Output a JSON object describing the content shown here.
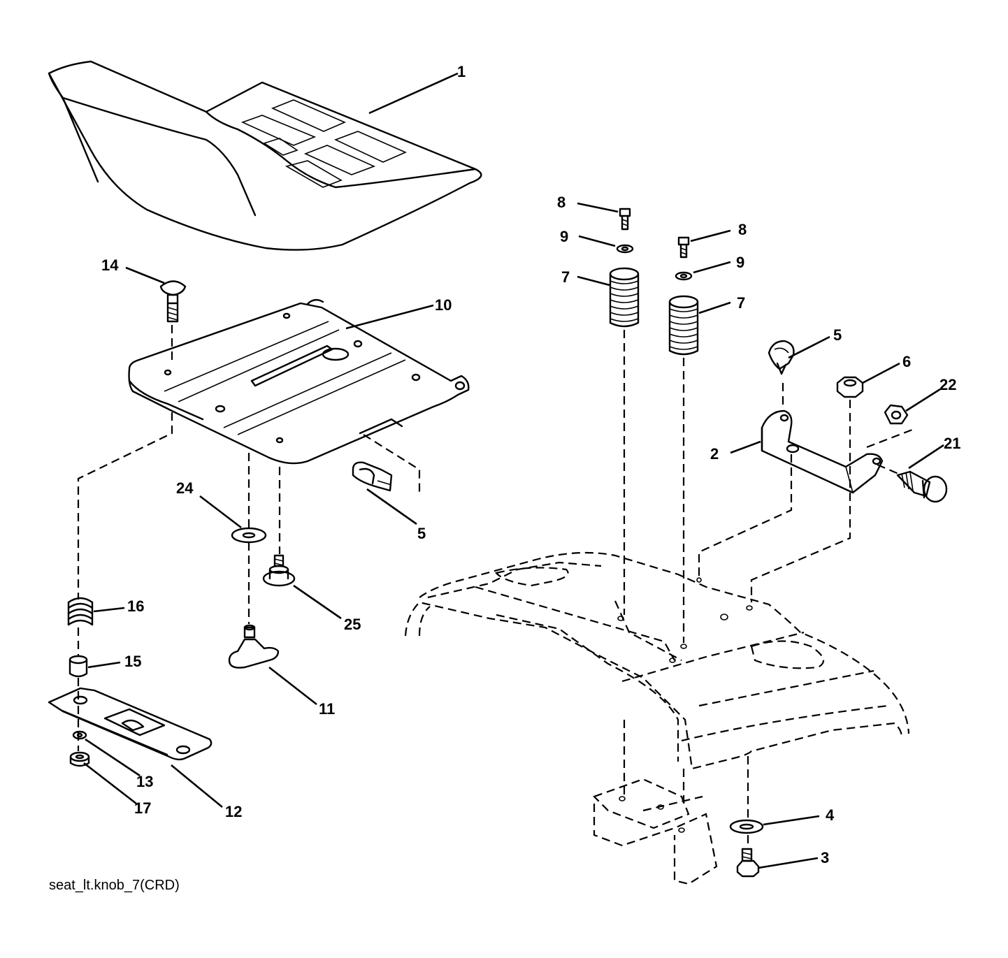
{
  "caption": "seat_lt.knob_7(CRD)",
  "callouts": {
    "seat": "1",
    "bracket": "2",
    "bolt_fender": "3",
    "washer_fender": "4",
    "clip_left": "5",
    "clip_right": "5",
    "nut": "6",
    "spring_left": "7",
    "spring_right": "7",
    "bolt_left": "8",
    "bolt_right": "8",
    "washer_left": "9",
    "washer_right": "9",
    "seat_pan": "10",
    "knob": "11",
    "slide_plate": "12",
    "lock_washer": "13",
    "carriage_bolt": "14",
    "spacer": "15",
    "spring_small": "16",
    "nut_small": "17",
    "shoulder_bolt": "21",
    "nut_flange": "22",
    "washer_flat": "24",
    "screw": "25"
  }
}
